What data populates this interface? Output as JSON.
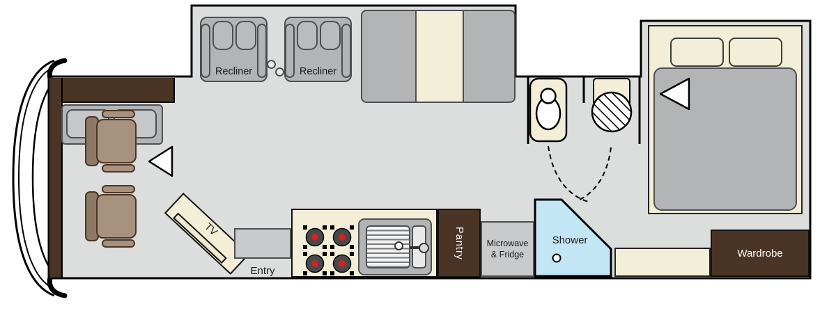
{
  "meta": {
    "type": "rv-motorhome-floorplan"
  },
  "colors": {
    "cabinet_brown": "#4a3426",
    "floor_gray": "#dcdddd",
    "furniture_gray": "#b3b4b6",
    "cushion_gray": "#c6c7c9",
    "cream": "#f3eed7",
    "seat_tan": "#a6927e",
    "shower_blue": "#c3e6f5",
    "burner_red": "#d42027",
    "outline": "#000000"
  },
  "labels": {
    "recliners": [
      "Recliner",
      "Recliner"
    ],
    "tv": "TV",
    "entry": "Entry",
    "pantry": "Pantry",
    "microwave_fridge": [
      "Microwave",
      "& Fridge"
    ],
    "shower": "Shower",
    "wardrobe": "Wardrobe"
  },
  "fixtures": [
    "cab-seats",
    "front-sofa",
    "recliners",
    "sofa-bed",
    "toilet",
    "round-sink",
    "shower",
    "stove-burners",
    "kitchen-sink",
    "bed",
    "pillows",
    "wardrobe",
    "pantry",
    "slide-out-arrows"
  ]
}
